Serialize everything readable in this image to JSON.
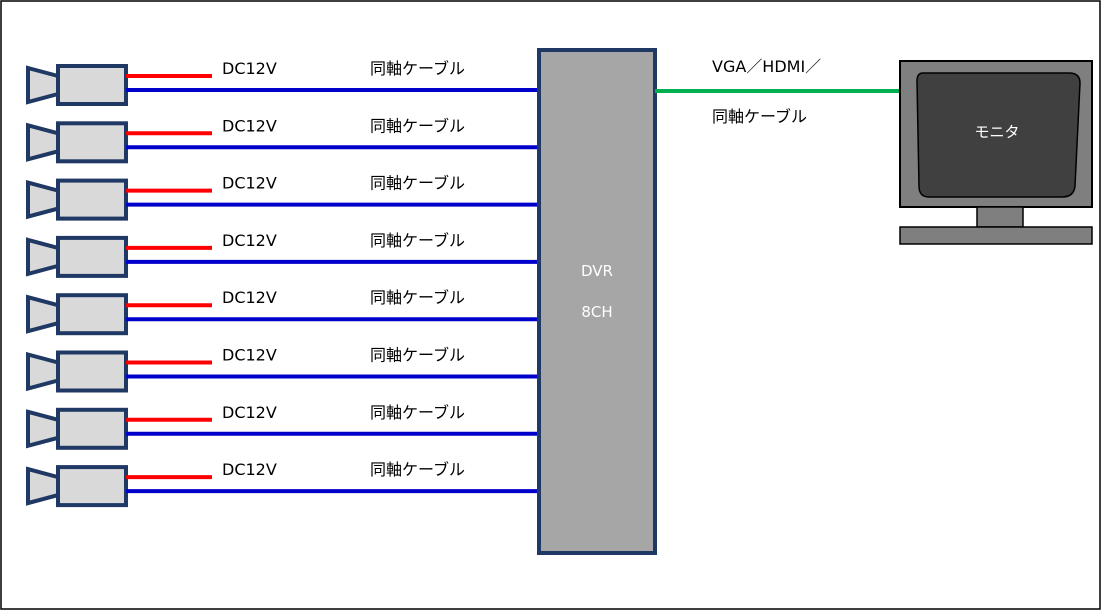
{
  "colors": {
    "power_line": "#ff0000",
    "coax_line": "#0000cc",
    "video_out_line": "#00b050",
    "camera_body": "#d9d9d9",
    "camera_outline": "#1f3864",
    "dvr_fill": "#a6a6a6",
    "dvr_outline": "#1f3864",
    "monitor_frame": "#7f7f7f",
    "monitor_screen": "#404040"
  },
  "cameras": [
    {
      "icon": "camera-icon",
      "power_label": "DC12V",
      "cable_label": "同軸ケーブル"
    },
    {
      "icon": "camera-icon",
      "power_label": "DC12V",
      "cable_label": "同軸ケーブル"
    },
    {
      "icon": "camera-icon",
      "power_label": "DC12V",
      "cable_label": "同軸ケーブル"
    },
    {
      "icon": "camera-icon",
      "power_label": "DC12V",
      "cable_label": "同軸ケーブル"
    },
    {
      "icon": "camera-icon",
      "power_label": "DC12V",
      "cable_label": "同軸ケーブル"
    },
    {
      "icon": "camera-icon",
      "power_label": "DC12V",
      "cable_label": "同軸ケーブル"
    },
    {
      "icon": "camera-icon",
      "power_label": "DC12V",
      "cable_label": "同軸ケーブル"
    },
    {
      "icon": "camera-icon",
      "power_label": "DC12V",
      "cable_label": "同軸ケーブル"
    }
  ],
  "dvr": {
    "line1": "DVR",
    "line2": "8CH"
  },
  "output": {
    "line1": "VGA／HDMI／",
    "line2": "同軸ケーブル"
  },
  "monitor": {
    "icon": "monitor-icon",
    "label": "モニタ"
  }
}
